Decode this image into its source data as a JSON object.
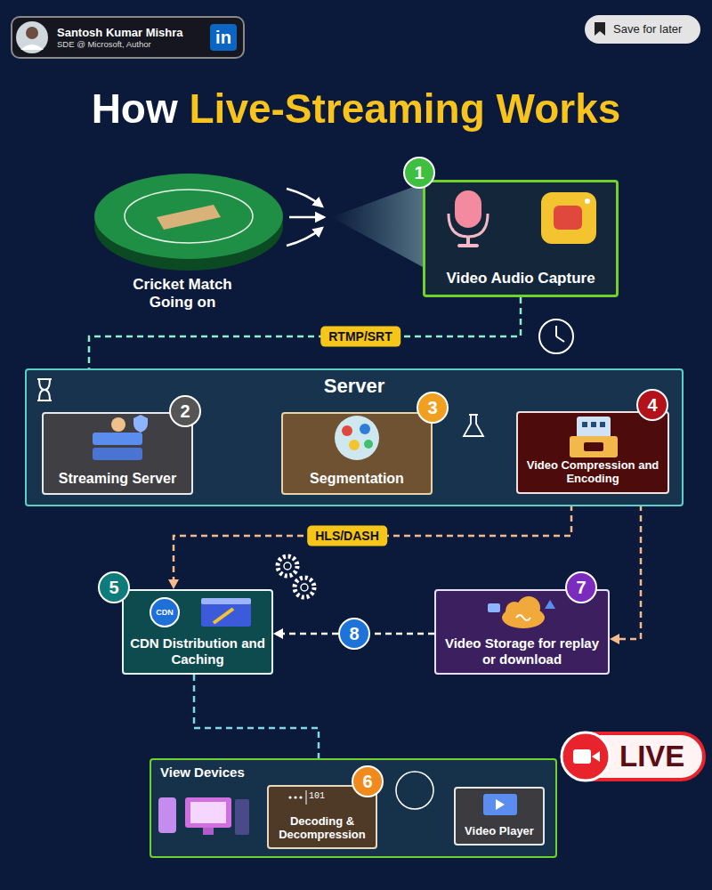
{
  "diagram": {
    "title": "How Live-Streaming Works",
    "nodes": [
      {
        "text": [
          "Santosh Kumar Mishra",
          "SDE @ Microsoft, Author"
        ]
      },
      {
        "text": [
          "Save for later"
        ]
      },
      {
        "text": [
          "Video Audio Capture"
        ]
      },
      {
        "text": [
          "Server"
        ]
      },
      {
        "text": [
          "Streaming Server"
        ],
        "in": 3
      },
      {
        "text": [
          "Segmentation"
        ],
        "in": 3
      },
      {
        "text": [
          "Video Compression and Encoding"
        ],
        "in": 3
      },
      {
        "text": [
          "CDN Distribution and Caching"
        ]
      },
      {
        "text": [
          "Video Storage for replay or download"
        ]
      },
      {
        "text": [
          "LIVE"
        ]
      },
      {
        "text": [
          "View Devices"
        ]
      },
      {
        "text": [
          "Decoding & Decompression"
        ],
        "in": 10
      },
      {
        "text": [
          "Video Player"
        ],
        "in": 10
      }
    ],
    "edges": [
      {
        "from": 2,
        "to": 4,
        "label": "RTMP/SRT",
        "arrow": "to"
      },
      {
        "from": 4,
        "to": 5,
        "arrow": "to"
      },
      {
        "from": 5,
        "to": 6,
        "arrow": "to"
      },
      {
        "from": 6,
        "to": 7,
        "label": "HLS/DASH",
        "arrow": "to"
      },
      {
        "from": 6,
        "to": 8,
        "arrow": "to"
      },
      {
        "from": 8,
        "to": 7,
        "label": "8",
        "arrow": "to"
      },
      {
        "from": 7,
        "to": 11,
        "arrow": "to"
      },
      {
        "from": 11,
        "to": 12,
        "arrow": "to"
      }
    ],
    "labels": [
      "in",
      "Cricket Match Going on",
      "1",
      "2",
      "3",
      "4",
      "CDN",
      "5",
      "7",
      "101",
      "6"
    ]
  }
}
